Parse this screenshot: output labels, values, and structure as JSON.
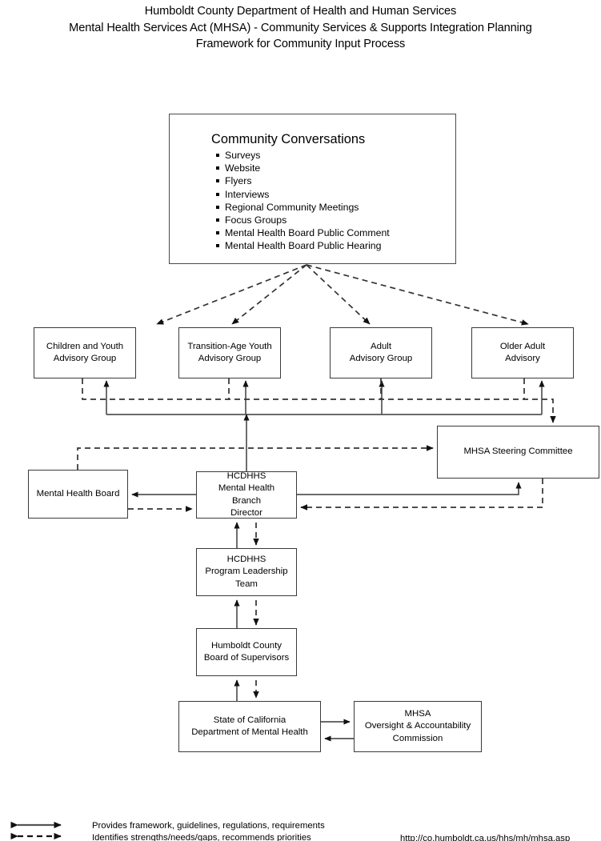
{
  "title": {
    "line1": "Humboldt County Department of Health and Human Services",
    "line2": "Mental Health Services Act (MHSA) - Community Services & Supports Integration Planning",
    "line3": "Framework for Community Input Process"
  },
  "community_conversations": {
    "heading": "Community Conversations",
    "items": [
      "Surveys",
      "Website",
      "Flyers",
      "Interviews",
      "Regional Community Meetings",
      "Focus Groups",
      "Mental Health Board Public Comment",
      "Mental Health Board Public Hearing"
    ]
  },
  "advisory_groups": [
    {
      "label": "Children and Youth\nAdvisory Group"
    },
    {
      "label": "Transition-Age Youth\nAdvisory Group"
    },
    {
      "label": "Adult\nAdvisory Group"
    },
    {
      "label": "Older Adult\nAdvisory"
    }
  ],
  "nodes": {
    "steering_committee": "MHSA Steering Committee",
    "mental_health_board": "Mental Health Board",
    "branch_director": "HCDHHS\nMental Health\nBranch\nDirector",
    "program_leadership": "HCDHHS\nProgram Leadership\nTeam",
    "board_of_supervisors": "Humboldt County\nBoard of Supervisors",
    "state_dmh": "State of California\nDepartment of Mental Health",
    "mhsa_oversight": "MHSA\nOversight & Accountability\nCommission"
  },
  "legend": {
    "solid_label": "Provides framework, guidelines, regulations, requirements",
    "dashed_label": "Identifies strengths/needs/gaps, recommends priorities",
    "url": "http://co.humboldt.ca.us/hhs/mh/mhsa.asp"
  },
  "colors": {
    "background": "#ffffff",
    "text": "#000000",
    "box_border": "#3a3a3a",
    "connector_solid": "#555555",
    "connector_dashed": "#333333"
  }
}
